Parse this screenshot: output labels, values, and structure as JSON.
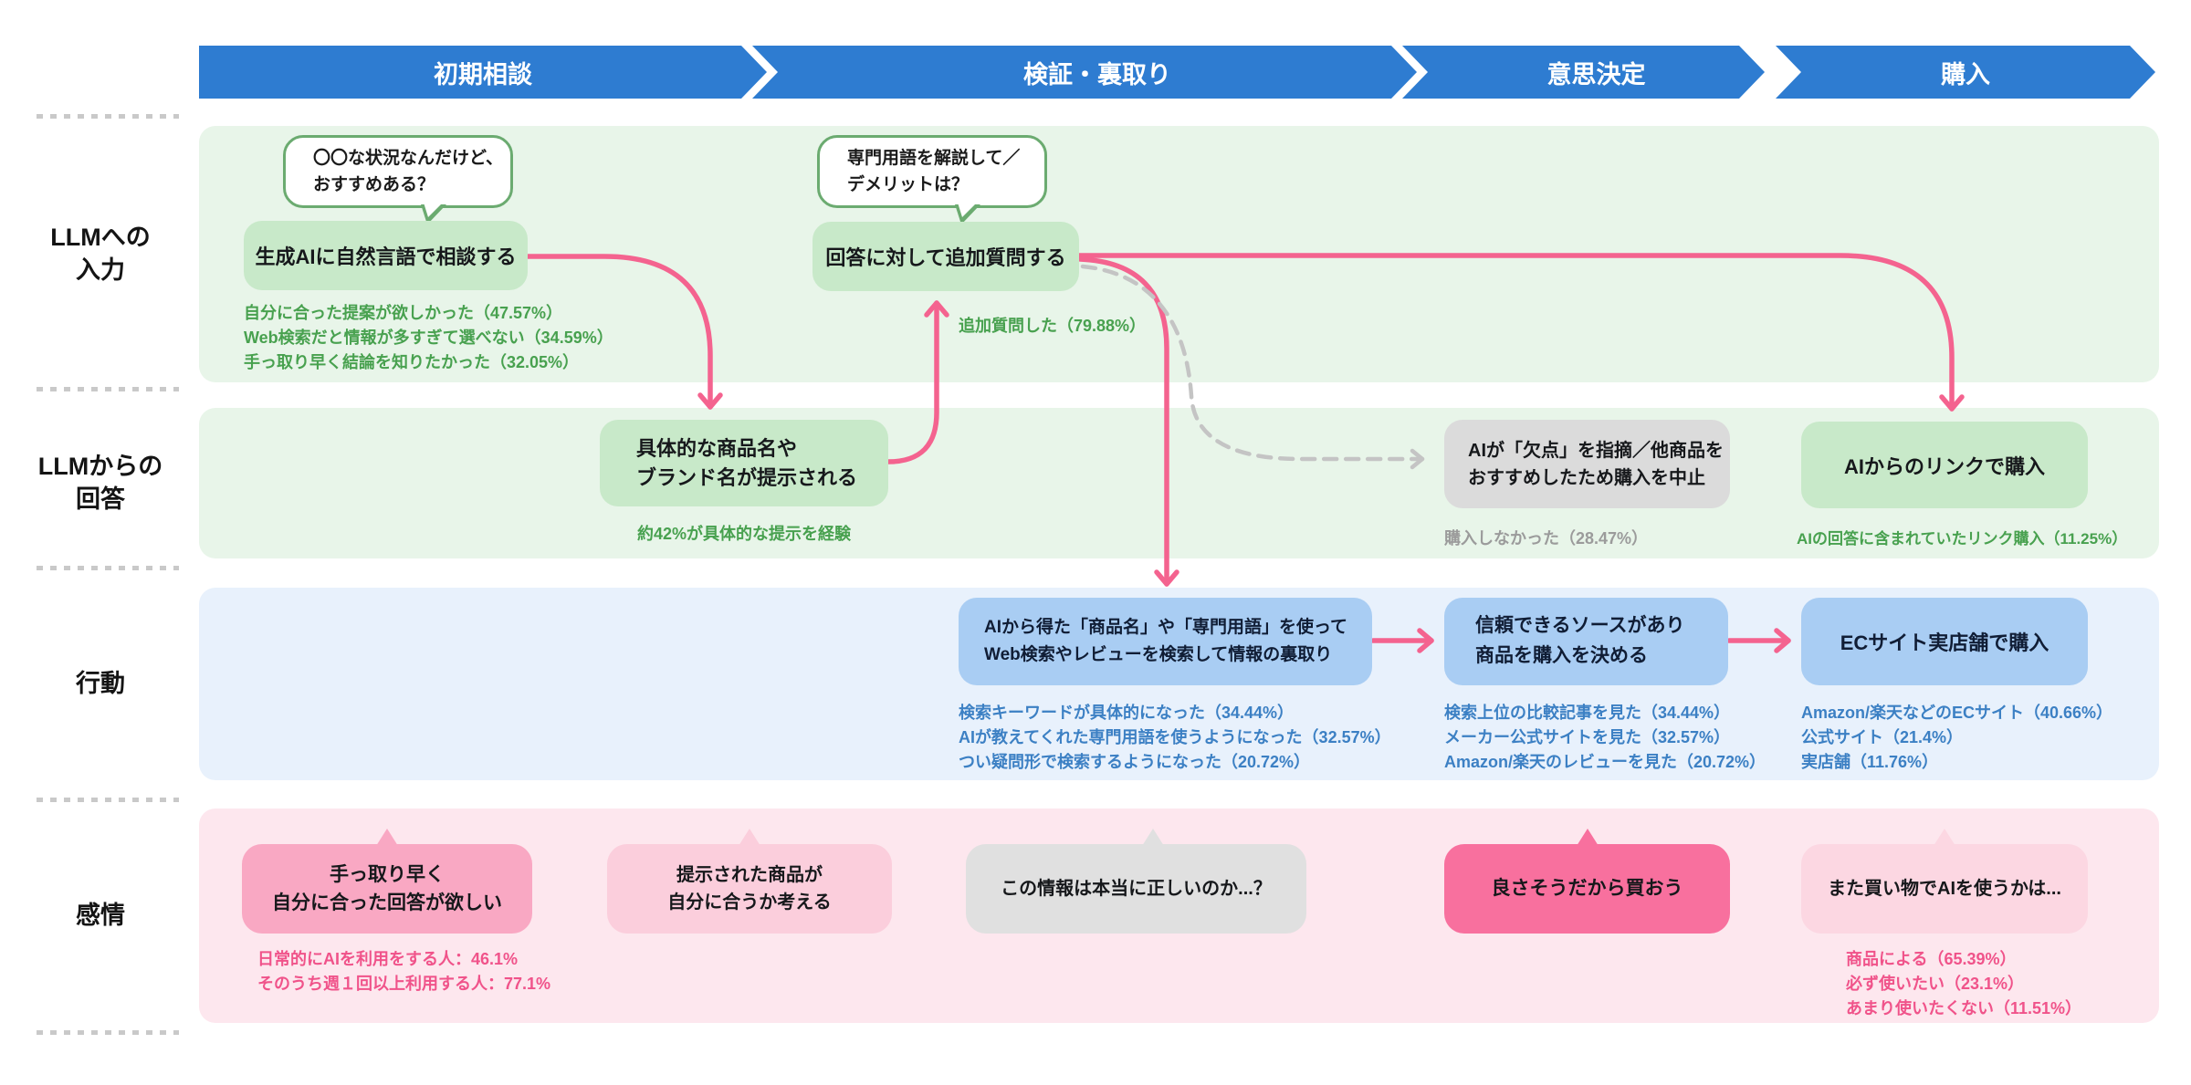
{
  "header": {
    "stages": [
      {
        "label": "初期相談"
      },
      {
        "label": "検証・裏取り"
      },
      {
        "label": "意思決定"
      },
      {
        "label": "購入"
      }
    ]
  },
  "row_labels": {
    "input": {
      "line1": "LLMへの",
      "line2": "入力"
    },
    "answer": {
      "line1": "LLMからの",
      "line2": "回答"
    },
    "action": {
      "line1": "行動"
    },
    "emotion": {
      "line1": "感情"
    }
  },
  "input_row": {
    "consult_bubble": [
      "〇〇な状況なんだけど、",
      "おすすめある？"
    ],
    "consult_box": "生成AIに自然言語で相談する",
    "consult_stats": [
      "自分に合った提案が欲しかった（47.57%）",
      "Web検索だと情報が多すぎて選べない（34.59%）",
      "手っ取り早く結論を知りたかった（32.05%）"
    ],
    "followup_bubble": [
      "専門用語を解説して／",
      "デメリットは？"
    ],
    "followup_box": "回答に対して追加質問する",
    "followup_stat": "追加質問した（79.88%）"
  },
  "answer_row": {
    "suggest_box": [
      "具体的な商品名や",
      "ブランド名が提示される"
    ],
    "suggest_stat": "約42%が具体的な提示を経験",
    "cancel_box": [
      "AIが「欠点」を指摘／他商品を",
      "おすすめしたため購入を中止"
    ],
    "cancel_stat": "購入しなかった（28.47%）",
    "link_box": "AIからのリンクで購入",
    "link_stat": "AIの回答に含まれていたリンク購入（11.25%）"
  },
  "action_row": {
    "verify_box": [
      "AIから得た「商品名」や「専門用語」を使って",
      "Web検索やレビューを検索して情報の裏取り"
    ],
    "verify_stats": [
      "検索キーワードが具体的になった（34.44%）",
      "AIが教えてくれた専門用語を使うようになった（32.57%）",
      "つい疑問形で検索するようになった（20.72%）"
    ],
    "decide_box": [
      "信頼できるソースがあり",
      "商品を購入を決める"
    ],
    "decide_stats": [
      "検索上位の比較記事を見た（34.44%）",
      "メーカー公式サイトを見た（32.57%）",
      "Amazon/楽天のレビューを見た（20.72%）"
    ],
    "purchase_box": "ECサイト実店舗で購入",
    "purchase_stats": [
      "Amazon/楽天などのECサイト（40.66%）",
      "公式サイト（21.4%）",
      "実店舗（11.76%）"
    ]
  },
  "emotion_row": {
    "quick_box": [
      "手っ取り早く",
      "自分に合った回答が欲しい"
    ],
    "quick_stats": [
      "日常的にAIを利用をする人：46.1%",
      "そのうち週１回以上利用する人：77.1%"
    ],
    "fit_box": [
      "提示された商品が",
      "自分に合うか考える"
    ],
    "doubt_box": "この情報は本当に正しいのか...？",
    "buy_box": "良さそうだから買おう",
    "reuse_box": "また買い物でAIを使うかは...",
    "reuse_stats": [
      "商品による（65.39%）",
      "必ず使いたい（23.1%）",
      "あまり使いたくない（11.51%）"
    ]
  },
  "colors": {
    "stage_bar": "#2E7CD1",
    "band_green": "#E8F5E9",
    "band_blue": "#E8F1FC",
    "band_pink": "#FDE7EE",
    "node_green": "#C8E9C9",
    "node_blue": "#A9CDF3",
    "node_gray": "#DBDBDB",
    "bubble_border_green": "#6BAB70",
    "emotion_rose": "#F9A8C3",
    "emotion_light_rose": "#FBCEDC",
    "emotion_gray": "#E0E0E0",
    "emotion_hot_pink": "#F8709E",
    "emotion_pale_rose": "#FCD7E2",
    "stat_green": "#48A14F",
    "stat_blue": "#3C80C4",
    "stat_gray": "#9B9B9B",
    "stat_pink": "#F0538A",
    "arrow_pink": "#F4638F",
    "arrow_gray_dashed": "#C4C4C4"
  }
}
